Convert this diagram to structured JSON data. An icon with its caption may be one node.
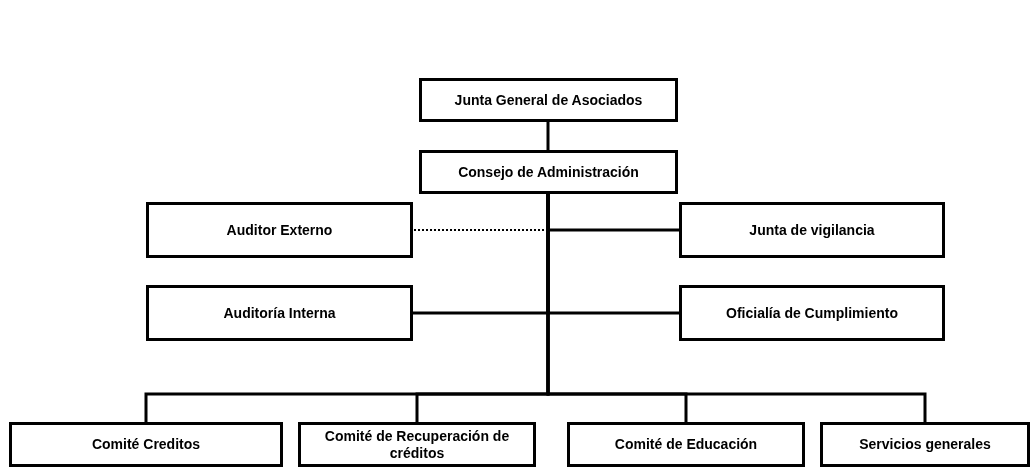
{
  "diagram": {
    "nodes": [
      {
        "text": [
          "Junta General de Asociados"
        ]
      },
      {
        "text": [
          "Consejo de Administración"
        ]
      },
      {
        "text": [
          "Auditor Externo"
        ]
      },
      {
        "text": [
          "Junta de vigilancia"
        ]
      },
      {
        "text": [
          "Auditoría Interna"
        ]
      },
      {
        "text": [
          "Oficialía de Cumplimiento"
        ]
      },
      {
        "text": [
          "Comité Creditos"
        ]
      },
      {
        "text": [
          "Comité de Recuperación de créditos"
        ]
      },
      {
        "text": [
          "Comité de Educación"
        ]
      },
      {
        "text": [
          "Servicios generales"
        ]
      }
    ],
    "edges": [
      {
        "from": 0,
        "to": 1,
        "arrow": "none"
      },
      {
        "from": 1,
        "to": 2,
        "arrow": "none",
        "style": "dashed"
      },
      {
        "from": 1,
        "to": 3,
        "arrow": "none"
      },
      {
        "from": 1,
        "to": 4,
        "arrow": "none"
      },
      {
        "from": 1,
        "to": 5,
        "arrow": "none"
      },
      {
        "from": 1,
        "to": 6,
        "arrow": "none"
      },
      {
        "from": 1,
        "to": 7,
        "arrow": "none"
      },
      {
        "from": 1,
        "to": 8,
        "arrow": "none"
      },
      {
        "from": 1,
        "to": 9,
        "arrow": "none"
      }
    ]
  }
}
